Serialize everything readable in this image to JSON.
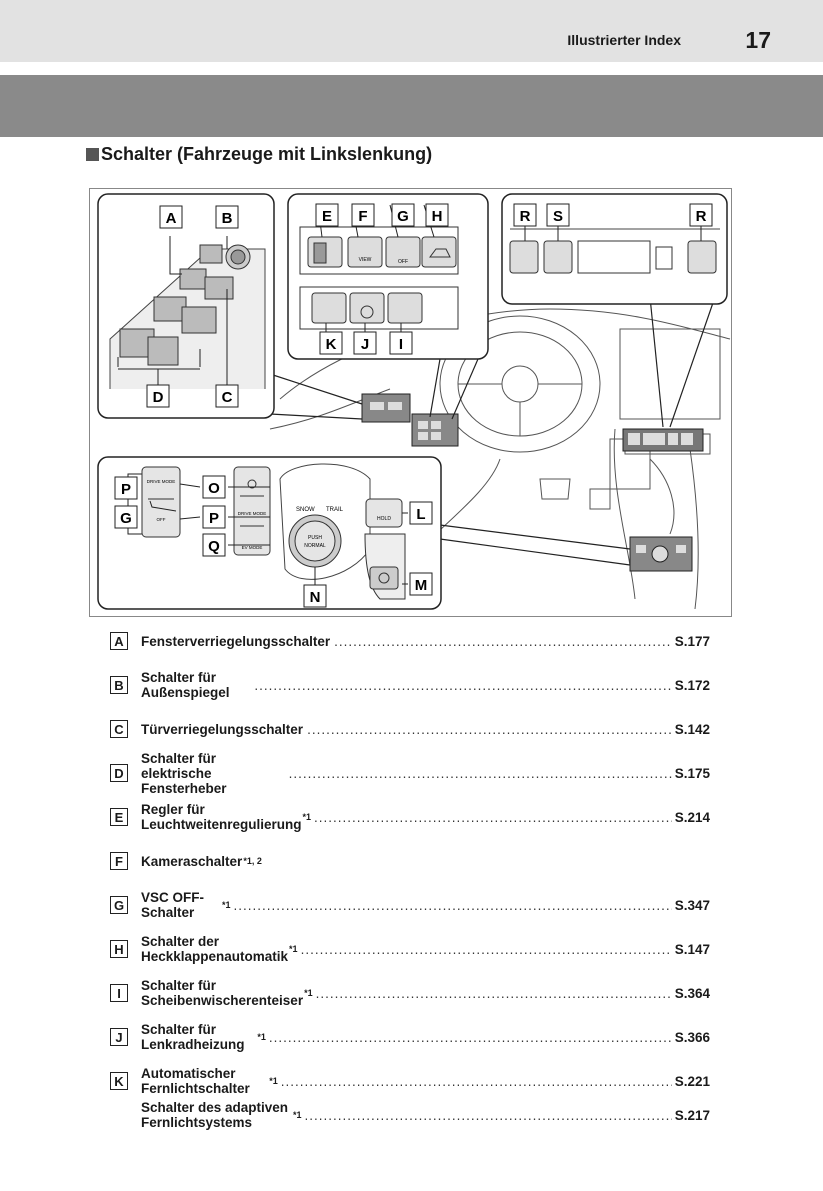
{
  "header": {
    "section": "Illustrierter Index",
    "page": "17"
  },
  "heading": "Schalter (Fahrzeuge mit Linkslenkung)",
  "figure": {
    "callouts_left": [
      "A",
      "B",
      "D",
      "C"
    ],
    "callouts_top": [
      "E",
      "F",
      "G",
      "H"
    ],
    "callouts_top_bottom": [
      "K",
      "J",
      "I"
    ],
    "callouts_right": [
      "R",
      "S",
      "R"
    ],
    "callouts_console": [
      "P",
      "G",
      "O",
      "P",
      "Q",
      "L",
      "N",
      "M"
    ],
    "switch_labels": {
      "drive_mode": "DRIVE MODE",
      "ev_mode": "EV MODE",
      "snow": "SNOW",
      "trail": "TRAIL",
      "push": "PUSH",
      "normal": "NORMAL",
      "hold": "HOLD",
      "view": "VIEW",
      "off": "OFF"
    }
  },
  "items": [
    {
      "letter": "A",
      "label": "Fensterverriegelungsschalter",
      "sup": "",
      "page": "S.177"
    },
    {
      "letter": "B",
      "label": "Schalter für Außenspiegel",
      "sup": "",
      "page": "S.172"
    },
    {
      "letter": "C",
      "label": "Türverriegelungsschalter",
      "sup": "",
      "page": "S.142"
    },
    {
      "letter": "D",
      "label": "Schalter für elektrische Fensterheber",
      "sup": "",
      "page": "S.175"
    },
    {
      "letter": "E",
      "label": "Regler für Leuchtweitenregulierung",
      "sup": "*1",
      "page": "S.214"
    },
    {
      "letter": "F",
      "label": "Kameraschalter",
      "sup": "*1, 2",
      "page": ""
    },
    {
      "letter": "G",
      "label": "VSC OFF-Schalter",
      "sup": "*1",
      "page": "S.347"
    },
    {
      "letter": "H",
      "label": "Schalter der Heckklappenautomatik",
      "sup": "*1",
      "page": "S.147"
    },
    {
      "letter": "I",
      "label": "Schalter für Scheibenwischerenteiser",
      "sup": "*1",
      "page": "S.364"
    },
    {
      "letter": "J",
      "label": "Schalter für Lenkradheizung",
      "sup": "*1",
      "page": "S.366"
    },
    {
      "letter": "K",
      "label": "Automatischer Fernlichtschalter",
      "sup": "*1",
      "page": "S.221"
    },
    {
      "letter": "",
      "label": "Schalter des adaptiven Fernlichtsystems",
      "sup": "*1",
      "page": "S.217"
    }
  ]
}
